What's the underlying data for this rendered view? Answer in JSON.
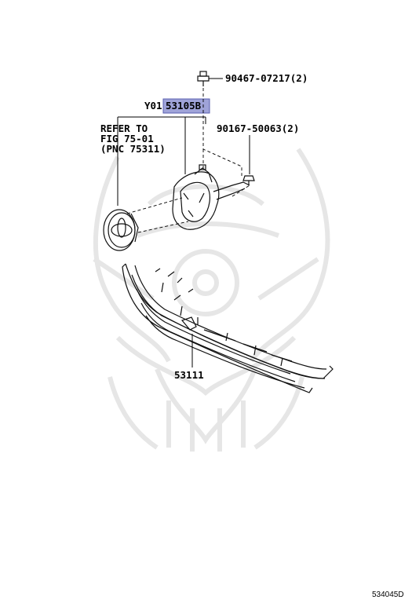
{
  "callouts": {
    "clip_bolt": "90467-07217(2)",
    "emblem_assy_prefix": "Y01",
    "emblem_assy_part": "53105B",
    "screw": "90167-50063(2)",
    "refer_line1": "REFER TO",
    "refer_line2": "FIG 75-01",
    "refer_line3": "(PNC 75311)",
    "grille": "53111"
  },
  "footer": {
    "diagram_code": "534045D"
  },
  "colors": {
    "highlight": "#9fa3d8",
    "ink": "#000000",
    "watermark": "#e6e6e6"
  },
  "icons": {
    "watermark": "samurai-helmet-watermark-icon",
    "emblem": "toyota-emblem-icon"
  }
}
